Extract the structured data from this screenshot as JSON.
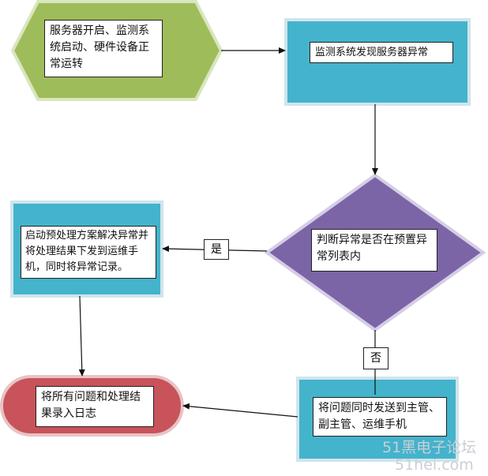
{
  "colors": {
    "hexagon_fill": "#9fbc5a",
    "hexagon_border": "#d9e6bf",
    "teal_fill": "#44b3cc",
    "teal_border": "#cfe5ec",
    "diamond_fill": "#7b65a6",
    "diamond_border": "#d6cde6",
    "terminator_fill": "#c8535b",
    "terminator_border": "#e8c3c6",
    "line": "#111111"
  },
  "nodes": {
    "start": "服务器开启、监测系统启动、硬件设备正常运转",
    "detect": "监测系统发现服务器异常",
    "decision": "判断异常是否在预置异常列表内",
    "handle": "启动预处理方案解决异常并将处理结果下发到运维手机，同时将异常记录。",
    "notify": "将问题同时发送到主管、副主管、运维手机",
    "log": "将所有问题和处理结果录入日志"
  },
  "edge_labels": {
    "yes": "是",
    "no": "否"
  },
  "watermark": {
    "line1": "51黑电子论坛",
    "line2": "51hei.com"
  }
}
